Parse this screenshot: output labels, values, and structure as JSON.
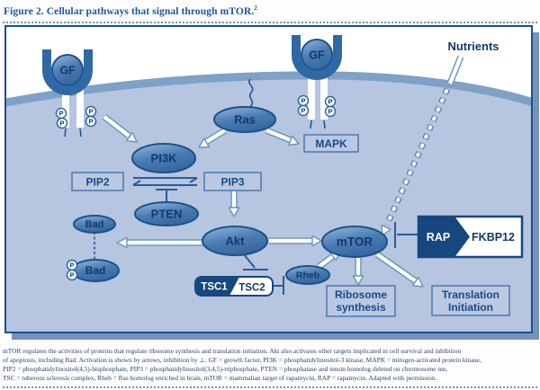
{
  "figure_title": {
    "text": "Figure 2. Cellular pathways that signal through mTOR.",
    "superscript": "2"
  },
  "diagram": {
    "nutrients": "Nutrients",
    "gf": "GF",
    "ras": "Ras",
    "pi3k": "PI3K",
    "pip2": "PIP2",
    "pip3": "PIP3",
    "pten": "PTEN",
    "mapk": "MAPK",
    "akt": "Akt",
    "bad": "Bad",
    "p": "P",
    "rheb": "Rheb",
    "mtor": "mTOR",
    "tsc1": "TSC1",
    "tsc2": "TSC2",
    "rap": "RAP",
    "fkbp12": "FKBP12",
    "ribosome": {
      "line1": "Ribosome",
      "line2": "synthesis"
    },
    "translation": {
      "line1": "Translation",
      "line2": "Initiation"
    }
  },
  "caption": {
    "lines": [
      "mTOR regulates the activities of proteins that regulate ribosome synthesis and translation initiation. Akt also activates other targets implicated in cell survival and inhibition",
      "of apoptosis, including Bad. Activation is shown by arrows, inhibition by ⊥. GF = growth factor, PI3K = phosphatidylinositol-3 kinase, MAPK = mitogen-activated protein kinase,",
      "PIP2 = phosphatidylinositol(4,5)-bisphosphate, PIP3 = phosphatidylinositol(3,4,5)-triphosphate, PTEN = phosphatase and tensin homolog deleted on chromosome ten,",
      "TSC = tuberous sclerosis complex, Rheb = Ras homolog enriched in brain, mTOR = mammalian target of rapamycin, RAP = rapamycin. Adapted with permission."
    ]
  },
  "colors": {
    "title_blue": "#1e56a0",
    "navy": "#16477e",
    "node_border": "#1d5186",
    "node_fill": "#3e74ae",
    "membrane": "#7fa1c8",
    "cell_fill": "#b6c5e0",
    "caption_text": "#2e4668"
  }
}
